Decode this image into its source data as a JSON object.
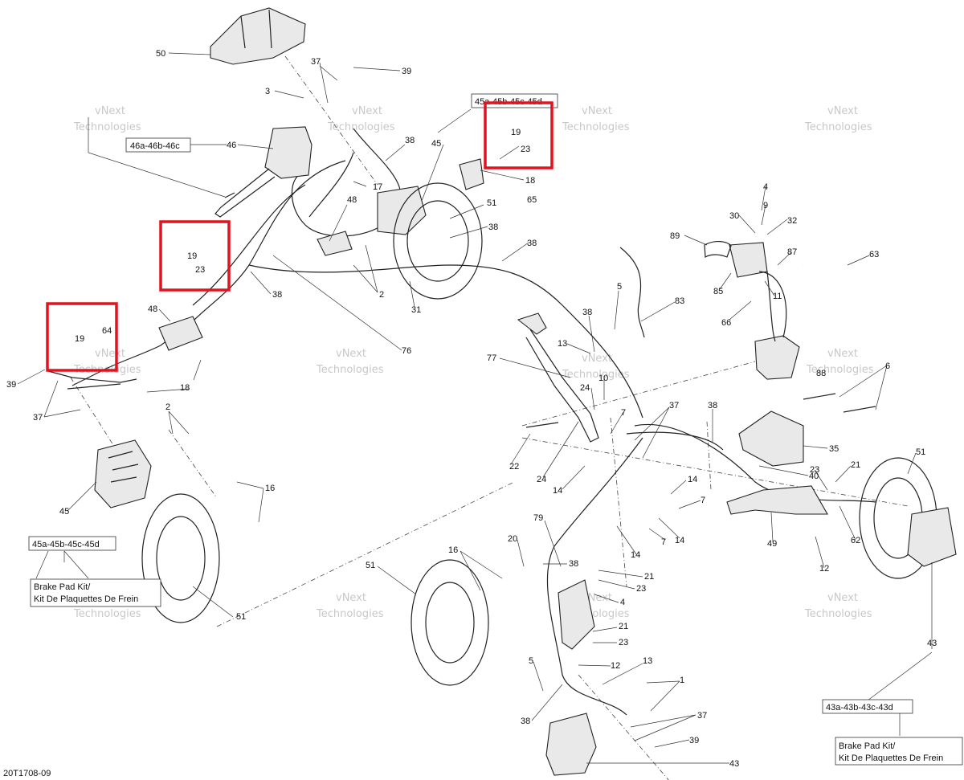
{
  "diagram_code": "20T1708-09",
  "watermark": [
    "vNext",
    "Technologies"
  ],
  "part_refs": {
    "p50": "50",
    "p37a": "37",
    "p39a": "39",
    "p3": "3",
    "p46": "46",
    "p17": "17",
    "p38a": "38",
    "p45a": "45",
    "p19a": "19",
    "p23a": "23",
    "p18a": "18",
    "p65": "65",
    "p48a": "48",
    "p51a": "51",
    "p38b": "38",
    "p38c": "38",
    "p2a": "2",
    "p31": "31",
    "p38d": "38",
    "p19b": "19",
    "p23b": "23",
    "p48b": "48",
    "p19c": "19",
    "p64": "64",
    "p39b": "39",
    "p37b": "37",
    "p18b": "18",
    "p76": "76",
    "p2b": "2",
    "p16a": "16",
    "p45b": "45",
    "p51b": "51",
    "p77": "77",
    "p13a": "13",
    "p38e": "38",
    "p5a": "5",
    "p83": "83",
    "p10": "10",
    "p24a": "24",
    "p7a": "7",
    "p22": "22",
    "p24b": "24",
    "p14a": "14",
    "p37c": "37",
    "p38f": "38",
    "p89": "89",
    "p30": "30",
    "p4": "4",
    "p9": "9",
    "p32": "32",
    "p87": "87",
    "p85": "85",
    "p11": "11",
    "p66": "66",
    "p63": "63",
    "p88": "88",
    "p6": "6",
    "p35": "35",
    "p40": "40",
    "p23c": "23",
    "p21a": "21",
    "p51c": "51",
    "p14b": "14",
    "p7b": "7",
    "p14c": "14",
    "p7c": "7",
    "p14d": "14",
    "p49": "49",
    "p62": "62",
    "p12a": "12",
    "p79": "79",
    "p20": "20",
    "p38g": "38",
    "p16b": "16",
    "p51d": "51",
    "p21b": "21",
    "p23d": "23",
    "p4b": "4",
    "p21c": "21",
    "p23e": "23",
    "p12b": "12",
    "p5b": "5",
    "p13b": "13",
    "p1": "1",
    "p37d": "37",
    "p38h": "38",
    "p39c": "39",
    "p43a": "43",
    "p43b": "43"
  },
  "kit_labels": {
    "k46": "46a-46b-46c",
    "k45top": "45a-45b-45c-45d",
    "k45left": "45a-45b-45c-45d",
    "k43": "43a-43b-43c-43d"
  },
  "brake_pad_kit": {
    "left_line1": "Brake Pad Kit/",
    "left_line2": "Kit De Plaquettes De Frein",
    "right_line1": "Brake Pad Kit/",
    "right_line2": "Kit De Plaquettes De Frein"
  },
  "highlight_color": "#e0141e"
}
